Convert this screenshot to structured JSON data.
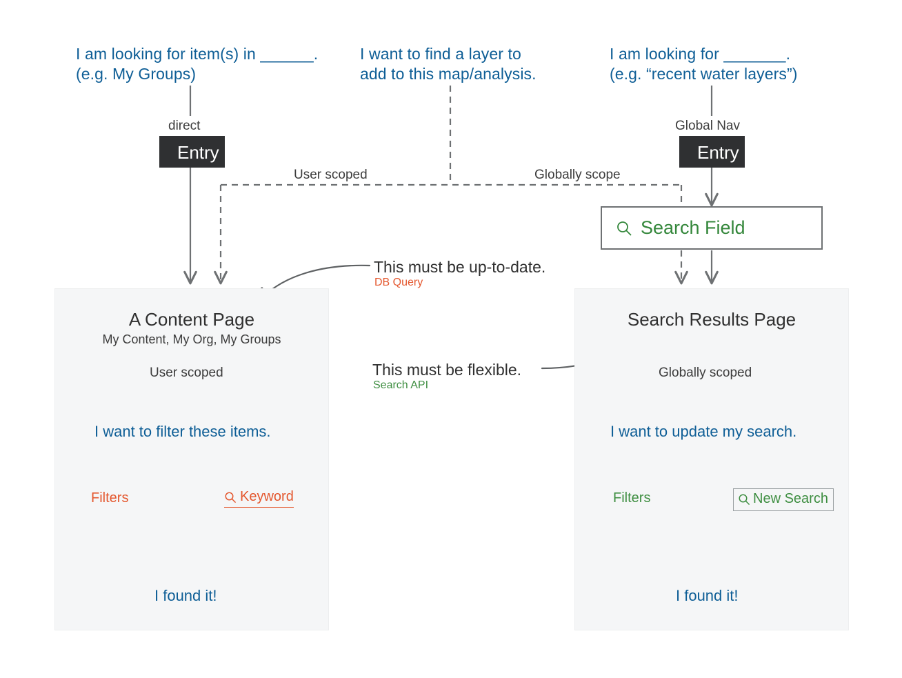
{
  "colors": {
    "blue": "#0E5E96",
    "orange": "#E4572E",
    "green": "#3E8E41",
    "dark": "#2F3032",
    "line": "#6E7173",
    "panel_bg": "#F5F6F7"
  },
  "questions": [
    {
      "line1": "I am looking for item(s) in ______.",
      "line2": "(e.g. My Groups)"
    },
    {
      "line1": "I want to find a layer to",
      "line2": "add to this map/analysis."
    },
    {
      "line1": "I am looking for _______.",
      "line2": "(e.g. “recent water layers”)"
    }
  ],
  "entries": [
    {
      "caption": "direct",
      "label": "Entry"
    },
    {
      "caption": "Global Nav",
      "label": "Entry"
    }
  ],
  "scope_labels": {
    "user": "User scoped",
    "global": "Globally scope"
  },
  "search_field": {
    "label": "Search Field",
    "icon": "search-icon"
  },
  "annotations": [
    {
      "main": "This must be up-to-date.",
      "sub": "DB Query",
      "sub_color": "orange"
    },
    {
      "main": "This must be flexible.",
      "sub": "Search API",
      "sub_color": "green"
    }
  ],
  "left_panel": {
    "title": "A Content Page",
    "subtitle": "My Content, My Org, My Groups",
    "scope": "User scoped",
    "intent": "I want to filter these items.",
    "option_a": "Filters",
    "option_b": "Keyword",
    "option_b_icon": "search-icon",
    "result": "I found it!"
  },
  "right_panel": {
    "title": "Search Results Page",
    "scope": "Globally scoped",
    "intent": "I want to update my search.",
    "option_a": "Filters",
    "option_b": "New Search",
    "option_b_icon": "search-icon",
    "result": "I found it!"
  }
}
